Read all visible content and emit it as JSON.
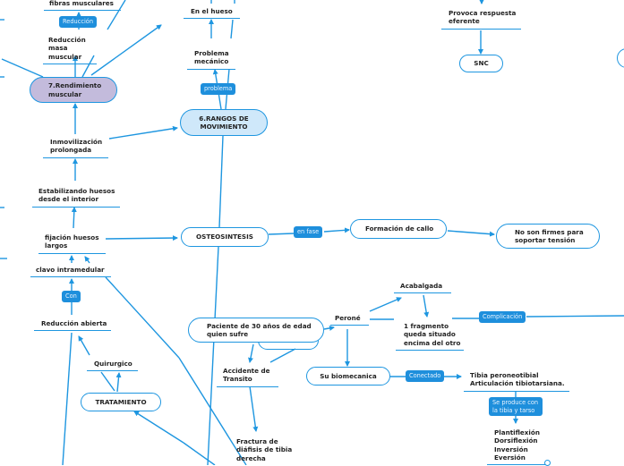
{
  "diagram": {
    "type": "concept-map",
    "accent_color": "#1e96e0",
    "label_color": "#1e8fdc",
    "purple_node_color": "#c3bbdc",
    "light_blue_node_color": "#cfe8fa"
  },
  "nodes": {
    "fibras_musculares": "fibras musculares",
    "reduccion_masa": "Reducción masa muscular",
    "rendimiento": "7.Rendimiento muscular",
    "inmovilizacion": "Inmovilización prolongada",
    "estabilizando": "Estabilizando huesos desde el interior",
    "fijacion": "fijación huesos largos",
    "clavo": "clavo intramedular",
    "reduccion_abierta": "Reducción abierta",
    "quirurgico": "Quirurgico",
    "tratamiento": "TRATAMIENTO",
    "en_el_hueso": "En el hueso",
    "problema_mecanico": "Problema mecánico",
    "rangos": "6.RANGOS DE MOVIMIENTO",
    "osteosintesis": "OSTEOSINTESIS",
    "formacion_callo": "Formación de callo",
    "no_firmes": "No son firmes para soportar tensión",
    "provoca": "Provoca respuesta eferente",
    "snc": "SNC",
    "paciente": "Paciente de 30 años de edad quien sufre",
    "accidente": "Accidente de Transito",
    "fractura": "Fractura de diáfisis de tibia derecha",
    "perone": "Peroné",
    "acabalgada": "Acabalgada",
    "fragmento": "1 fragmento queda situado encima del otro",
    "biomecanica": "Su biomecanica",
    "tibia_peroneo": "Tibia peroneotibial Articulación tibiotarsiana.",
    "movimientos": "Plantiflexión Dorsiflexión Inversión Eversión"
  },
  "labels": {
    "reduccion": "Reducción",
    "problema": "problema",
    "con": "Con",
    "en_fase": "en fase",
    "complicacion": "Complicación",
    "conectado": "Conectado",
    "se_produce": "Se produce con la tibia y tarso"
  }
}
